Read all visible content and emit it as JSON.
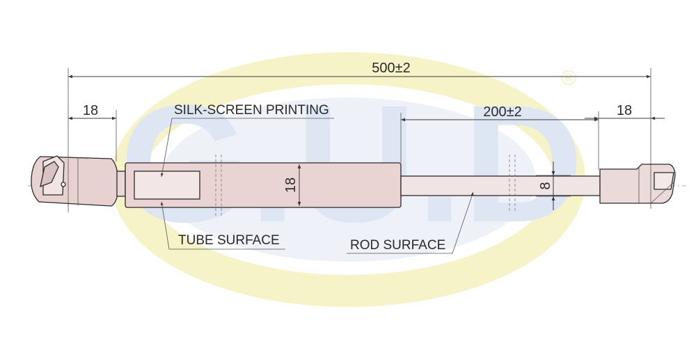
{
  "dimensions": {
    "overall_length": "500±2",
    "left_end_fitting": "18",
    "stroke_length": "200±2",
    "right_end_fitting": "18",
    "tube_diameter": "18",
    "rod_diameter": "8"
  },
  "labels": {
    "silk_screen": "SILK-SCREEN PRINTING",
    "tube_surface": "TUBE SURFACE",
    "rod_surface": "ROD SURFACE"
  },
  "watermark": {
    "text": "G.U.D",
    "registered_mark": "®"
  },
  "colors": {
    "tube_fill": "#e9d3d3",
    "rod_fill": "#f1e4e4",
    "watermark_yellow": "#f7f3c8",
    "watermark_blue": "#e9eef7",
    "line": "#2a2a2a"
  }
}
